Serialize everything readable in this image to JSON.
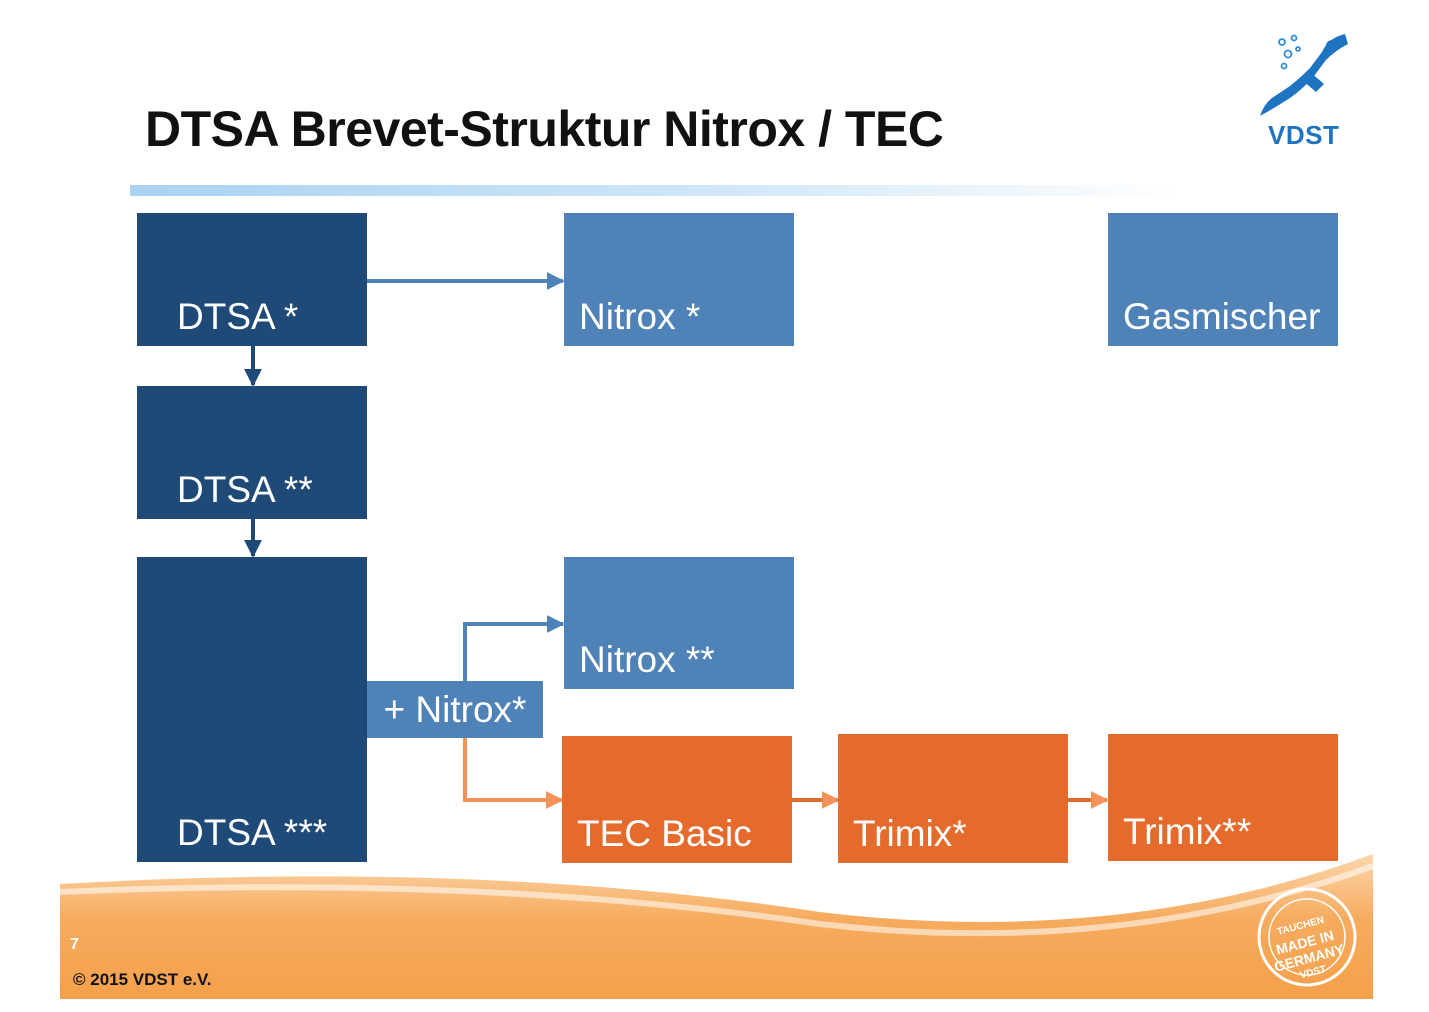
{
  "header": {
    "title": "DTSA Brevet-Struktur Nitrox / TEC",
    "logo_text": "VDST"
  },
  "boxes": {
    "dtsa1": "DTSA *",
    "dtsa2": "DTSA **",
    "dtsa3": "DTSA ***",
    "nitrox1": "Nitrox *",
    "nitrox2": "Nitrox **",
    "gasmischer": "Gasmischer",
    "plus_nitrox": "+ Nitrox*",
    "tec_basic": "TEC Basic",
    "trimix1": "Trimix*",
    "trimix2": "Trimix**"
  },
  "footer": {
    "page_number": "7",
    "copyright": "© 2015 VDST e.V.",
    "seal_lines": [
      "TAUCHEN",
      "MADE IN",
      "GERMANY",
      "VDST"
    ]
  },
  "colors": {
    "dark_blue": "#1f4a78",
    "light_blue": "#4f83b8",
    "orange": "#e56b2c",
    "footer_orange": "#f4a04b"
  }
}
